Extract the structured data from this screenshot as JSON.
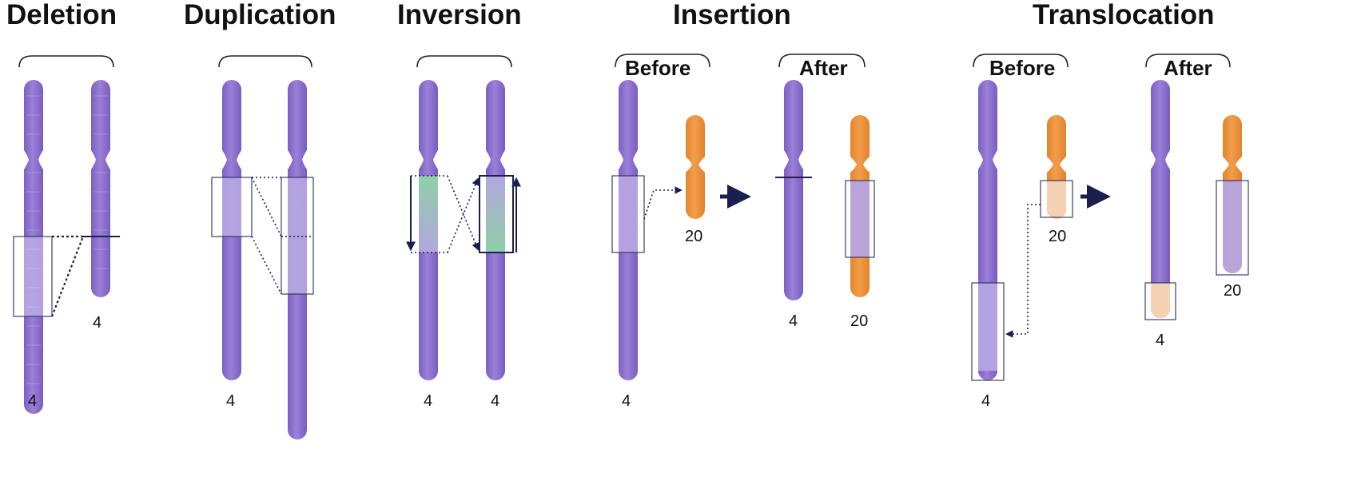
{
  "panels": {
    "deletion": {
      "title": "Deletion",
      "labels": [
        "4",
        "4"
      ]
    },
    "duplication": {
      "title": "Duplication",
      "labels": [
        "4"
      ]
    },
    "inversion": {
      "title": "Inversion",
      "labels": [
        "4",
        "4"
      ]
    },
    "insertion": {
      "title": "Insertion",
      "before": "Before",
      "after": "After",
      "labels": [
        "4",
        "20",
        "4",
        "20"
      ]
    },
    "translocation": {
      "title": "Translocation",
      "before": "Before",
      "after": "After",
      "labels": [
        "20",
        "4",
        "20",
        "4"
      ]
    }
  },
  "colors": {
    "chromosome_4": "#8d6fcf",
    "chromosome_20": "#ec9136",
    "highlight_region": "#b5a5e0",
    "inversion_region": "#8fc9a6",
    "peach_region": "#f6d2b4",
    "annotation": "#1b1f4f"
  }
}
